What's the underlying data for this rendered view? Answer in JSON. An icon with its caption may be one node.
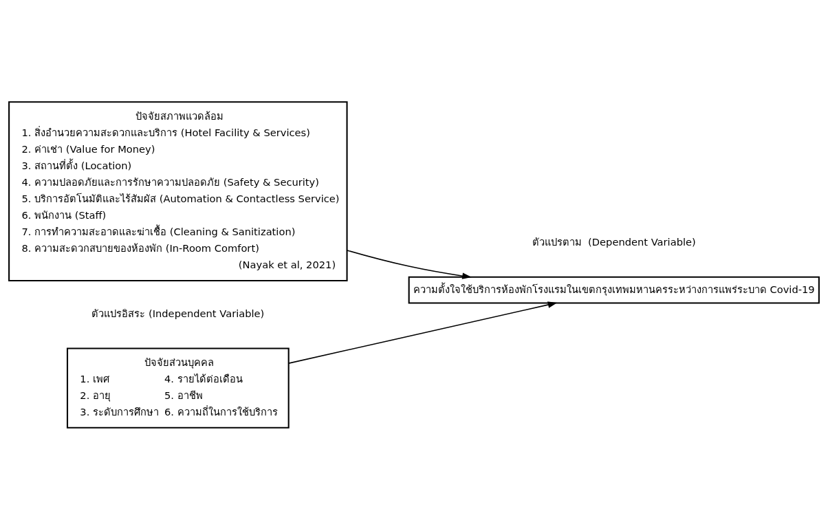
{
  "diagram": {
    "nodes": [
      {
        "text": [
          "ปัจจัยส่วนบุคคล",
          "1. เพศ",
          "4. รายได้ต่อเดือน",
          "2. อายุ",
          "5. อาชีพ",
          "3. ระดับการศึกษา",
          "6. ความถี่ในการใช้บริการ"
        ]
      },
      {
        "text": [
          "ปัจจัยสภาพแวดล้อม",
          "1. สิ่งอำนวยความสะดวกและบริการ (Hotel Facility & Services)",
          "2. ค่าเช่า (Value for Money)",
          "3. สถานที่ตั้ง (Location)",
          "4. ความปลอดภัยและการรักษาความปลอดภัย (Safety & Security)",
          "5. บริการอัตโนมัติและไร้สัมผัส (Automation & Contactless Service)",
          "6. พนักงาน (Staff)",
          "7. การทำความสะอาดและฆ่าเชื้อ (Cleaning & Sanitization)",
          "8. ความสะดวกสบายของห้องพัก (In-Room Comfort)",
          "(Nayak et al, 2021)"
        ]
      },
      {
        "text": [
          "ความตั้งใจใช้บริการห้องพักโรงแรมในเขตกรุงเทพมหานครระหว่างการแพร่ระบาด Covid-19"
        ]
      }
    ],
    "edges": [
      {
        "from": 0,
        "to": 2,
        "arrow": "to"
      },
      {
        "from": 1,
        "to": 2,
        "arrow": "to"
      }
    ],
    "labels": [
      "ตัวแปรอิสระ (Independent Variable)",
      "ตัวแปรตาม  (Dependent Variable)"
    ]
  }
}
